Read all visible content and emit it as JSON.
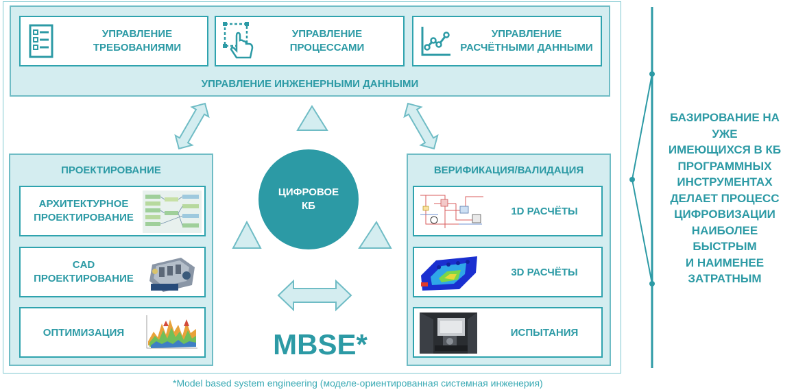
{
  "top": {
    "cards": [
      {
        "label": "УПРАВЛЕНИЕ\nТРЕБОВАНИЯМИ",
        "icon": "checklist-icon"
      },
      {
        "label": "УПРАВЛЕНИЕ\nПРОЦЕССАМИ",
        "icon": "hand-pointer-icon"
      },
      {
        "label": "УПРАВЛЕНИЕ\nРАСЧЁТНЫМИ ДАННЫМИ",
        "icon": "line-chart-icon"
      }
    ],
    "band_label": "УПРАВЛЕНИЕ ИНЖЕНЕРНЫМИ ДАННЫМИ"
  },
  "left_panel": {
    "title": "ПРОЕКТИРОВАНИЕ",
    "items": [
      {
        "label": "АРХИТЕКТУРНОЕ\nПРОЕКТИРОВАНИЕ"
      },
      {
        "label": "CAD\nПРОЕКТИРОВАНИЕ"
      },
      {
        "label": "ОПТИМИЗАЦИЯ"
      }
    ]
  },
  "right_panel": {
    "title": "ВЕРИФИКАЦИЯ/ВАЛИДАЦИЯ",
    "items": [
      {
        "label": "1D РАСЧЁТЫ"
      },
      {
        "label": "3D РАСЧЁТЫ"
      },
      {
        "label": "ИСПЫТАНИЯ"
      }
    ]
  },
  "center": {
    "circle_label": "ЦИФРОВОЕ\nКБ",
    "mbse": "MBSE*"
  },
  "footnote": "*Model based system engineering (моделе-ориентированная системная инженерия)",
  "side_text": "БАЗИРОВАНИЕ НА УЖЕ\nИМЕЮЩИХСЯ В КБ\nПРОГРАММНЫХ\nИНСТРУМЕНТАХ\nДЕЛАЕТ ПРОЦЕСС\nЦИФРОВИЗАЦИИ\nНАИБОЛЕЕ БЫСТРЫМ\nИ НАИМЕНЕЕ\nЗАТРАТНЫМ",
  "colors": {
    "accent": "#2c9aa5",
    "panel_fill": "#d4edf0",
    "arrow_fill": "#d4edf0",
    "border": "#2fa3ae"
  }
}
